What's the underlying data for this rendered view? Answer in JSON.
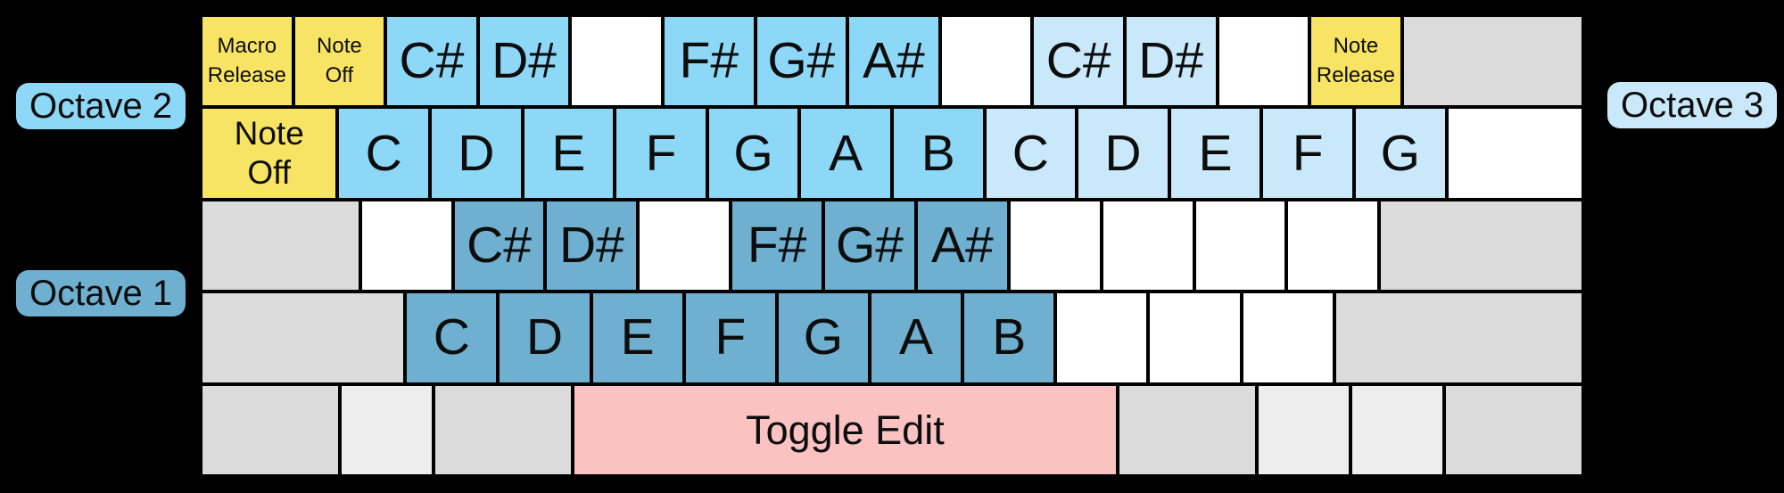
{
  "colors": {
    "background": "#000000",
    "octave1": "#6FAFCF",
    "octave2": "#8DD7F7",
    "octave3": "#C9E9FB",
    "yellow": "#F8E464",
    "pink": "#FBC2C2",
    "gray": "#DBDBDB",
    "gray_light": "#EDEDED",
    "white": "#FFFFFF"
  },
  "badges": {
    "octave2": {
      "label": "Octave 2",
      "color": "octave2"
    },
    "octave1": {
      "label": "Octave 1",
      "color": "octave1"
    },
    "octave3": {
      "label": "Octave 3",
      "color": "octave3"
    }
  },
  "keyboard": {
    "rows": [
      {
        "keys": [
          {
            "name": "key-macro-release",
            "label": "Macro\nRelease",
            "color": "yellow",
            "units": 1,
            "size": "sm"
          },
          {
            "name": "key-note-off-top",
            "label": "Note\nOff",
            "color": "yellow",
            "units": 1,
            "size": "sm"
          },
          {
            "name": "key-csharp-octave2",
            "label": "C#",
            "color": "octave2",
            "units": 1,
            "size": "lg"
          },
          {
            "name": "key-dsharp-octave2",
            "label": "D#",
            "color": "octave2",
            "units": 1,
            "size": "lg"
          },
          {
            "name": "key-blank-row1-a",
            "label": "",
            "color": "white",
            "units": 1,
            "size": "lg"
          },
          {
            "name": "key-fsharp-octave2",
            "label": "F#",
            "color": "octave2",
            "units": 1,
            "size": "lg"
          },
          {
            "name": "key-gsharp-octave2",
            "label": "G#",
            "color": "octave2",
            "units": 1,
            "size": "lg"
          },
          {
            "name": "key-asharp-octave2",
            "label": "A#",
            "color": "octave2",
            "units": 1,
            "size": "lg"
          },
          {
            "name": "key-blank-row1-b",
            "label": "",
            "color": "white",
            "units": 1,
            "size": "lg"
          },
          {
            "name": "key-csharp-octave3",
            "label": "C#",
            "color": "octave3",
            "units": 1,
            "size": "lg"
          },
          {
            "name": "key-dsharp-octave3",
            "label": "D#",
            "color": "octave3",
            "units": 1,
            "size": "lg"
          },
          {
            "name": "key-blank-row1-c",
            "label": "",
            "color": "white",
            "units": 1,
            "size": "lg"
          },
          {
            "name": "key-note-release",
            "label": "Note\nRelease",
            "color": "yellow",
            "units": 1,
            "size": "sm"
          },
          {
            "name": "key-blank-backspace",
            "label": "",
            "color": "gray",
            "units": 2,
            "size": "lg"
          }
        ]
      },
      {
        "keys": [
          {
            "name": "key-note-off-tab",
            "label": "Note\nOff",
            "color": "yellow",
            "units": 1.5,
            "size": "md"
          },
          {
            "name": "key-c-octave2",
            "label": "C",
            "color": "octave2",
            "units": 1,
            "size": "lg"
          },
          {
            "name": "key-d-octave2",
            "label": "D",
            "color": "octave2",
            "units": 1,
            "size": "lg"
          },
          {
            "name": "key-e-octave2",
            "label": "E",
            "color": "octave2",
            "units": 1,
            "size": "lg"
          },
          {
            "name": "key-f-octave2",
            "label": "F",
            "color": "octave2",
            "units": 1,
            "size": "lg"
          },
          {
            "name": "key-g-octave2",
            "label": "G",
            "color": "octave2",
            "units": 1,
            "size": "lg"
          },
          {
            "name": "key-a-octave2",
            "label": "A",
            "color": "octave2",
            "units": 1,
            "size": "lg"
          },
          {
            "name": "key-b-octave2",
            "label": "B",
            "color": "octave2",
            "units": 1,
            "size": "lg"
          },
          {
            "name": "key-c-octave3",
            "label": "C",
            "color": "octave3",
            "units": 1,
            "size": "lg"
          },
          {
            "name": "key-d-octave3",
            "label": "D",
            "color": "octave3",
            "units": 1,
            "size": "lg"
          },
          {
            "name": "key-e-octave3",
            "label": "E",
            "color": "octave3",
            "units": 1,
            "size": "lg"
          },
          {
            "name": "key-f-octave3",
            "label": "F",
            "color": "octave3",
            "units": 1,
            "size": "lg"
          },
          {
            "name": "key-g-octave3",
            "label": "G",
            "color": "octave3",
            "units": 1,
            "size": "lg"
          },
          {
            "name": "key-blank-row2",
            "label": "",
            "color": "white",
            "units": 1.5,
            "size": "lg"
          }
        ]
      },
      {
        "keys": [
          {
            "name": "key-blank-caps",
            "label": "",
            "color": "gray",
            "units": 1.75,
            "size": "lg"
          },
          {
            "name": "key-blank-row3-a",
            "label": "",
            "color": "white",
            "units": 1,
            "size": "lg"
          },
          {
            "name": "key-csharp-octave1",
            "label": "C#",
            "color": "octave1",
            "units": 1,
            "size": "lg"
          },
          {
            "name": "key-dsharp-octave1",
            "label": "D#",
            "color": "octave1",
            "units": 1,
            "size": "lg"
          },
          {
            "name": "key-blank-row3-b",
            "label": "",
            "color": "white",
            "units": 1,
            "size": "lg"
          },
          {
            "name": "key-fsharp-octave1",
            "label": "F#",
            "color": "octave1",
            "units": 1,
            "size": "lg"
          },
          {
            "name": "key-gsharp-octave1",
            "label": "G#",
            "color": "octave1",
            "units": 1,
            "size": "lg"
          },
          {
            "name": "key-asharp-octave1",
            "label": "A#",
            "color": "octave1",
            "units": 1,
            "size": "lg"
          },
          {
            "name": "key-blank-row3-c",
            "label": "",
            "color": "white",
            "units": 1,
            "size": "lg"
          },
          {
            "name": "key-blank-row3-d",
            "label": "",
            "color": "white",
            "units": 1,
            "size": "lg"
          },
          {
            "name": "key-blank-row3-e",
            "label": "",
            "color": "white",
            "units": 1,
            "size": "lg"
          },
          {
            "name": "key-blank-row3-f",
            "label": "",
            "color": "white",
            "units": 1,
            "size": "lg"
          },
          {
            "name": "key-blank-enter",
            "label": "",
            "color": "gray",
            "units": 2.25,
            "size": "lg"
          }
        ]
      },
      {
        "keys": [
          {
            "name": "key-blank-lshift",
            "label": "",
            "color": "gray",
            "units": 2.25,
            "size": "lg"
          },
          {
            "name": "key-c-octave1",
            "label": "C",
            "color": "octave1",
            "units": 1,
            "size": "lg"
          },
          {
            "name": "key-d-octave1",
            "label": "D",
            "color": "octave1",
            "units": 1,
            "size": "lg"
          },
          {
            "name": "key-e-octave1",
            "label": "E",
            "color": "octave1",
            "units": 1,
            "size": "lg"
          },
          {
            "name": "key-f-octave1",
            "label": "F",
            "color": "octave1",
            "units": 1,
            "size": "lg"
          },
          {
            "name": "key-g-octave1",
            "label": "G",
            "color": "octave1",
            "units": 1,
            "size": "lg"
          },
          {
            "name": "key-a-octave1",
            "label": "A",
            "color": "octave1",
            "units": 1,
            "size": "lg"
          },
          {
            "name": "key-b-octave1",
            "label": "B",
            "color": "octave1",
            "units": 1,
            "size": "lg"
          },
          {
            "name": "key-blank-row4-a",
            "label": "",
            "color": "white",
            "units": 1,
            "size": "lg"
          },
          {
            "name": "key-blank-row4-b",
            "label": "",
            "color": "white",
            "units": 1,
            "size": "lg"
          },
          {
            "name": "key-blank-row4-c",
            "label": "",
            "color": "white",
            "units": 1,
            "size": "lg"
          },
          {
            "name": "key-blank-rshift",
            "label": "",
            "color": "gray",
            "units": 2.75,
            "size": "lg"
          }
        ]
      },
      {
        "keys": [
          {
            "name": "key-blank-mod-a",
            "label": "",
            "color": "gray",
            "units": 1.5,
            "size": "lg"
          },
          {
            "name": "key-blank-mod-b",
            "label": "",
            "color": "gray_light",
            "units": 1,
            "size": "lg"
          },
          {
            "name": "key-blank-mod-c",
            "label": "",
            "color": "gray",
            "units": 1.5,
            "size": "lg"
          },
          {
            "name": "key-toggle-edit",
            "label": "Toggle Edit",
            "color": "pink",
            "units": 6,
            "size": "xl"
          },
          {
            "name": "key-blank-mod-d",
            "label": "",
            "color": "gray",
            "units": 1.5,
            "size": "lg"
          },
          {
            "name": "key-blank-mod-e",
            "label": "",
            "color": "gray_light",
            "units": 1,
            "size": "lg"
          },
          {
            "name": "key-blank-mod-f",
            "label": "",
            "color": "gray_light",
            "units": 1,
            "size": "lg"
          },
          {
            "name": "key-blank-mod-g",
            "label": "",
            "color": "gray",
            "units": 1.5,
            "size": "lg"
          }
        ]
      }
    ]
  }
}
